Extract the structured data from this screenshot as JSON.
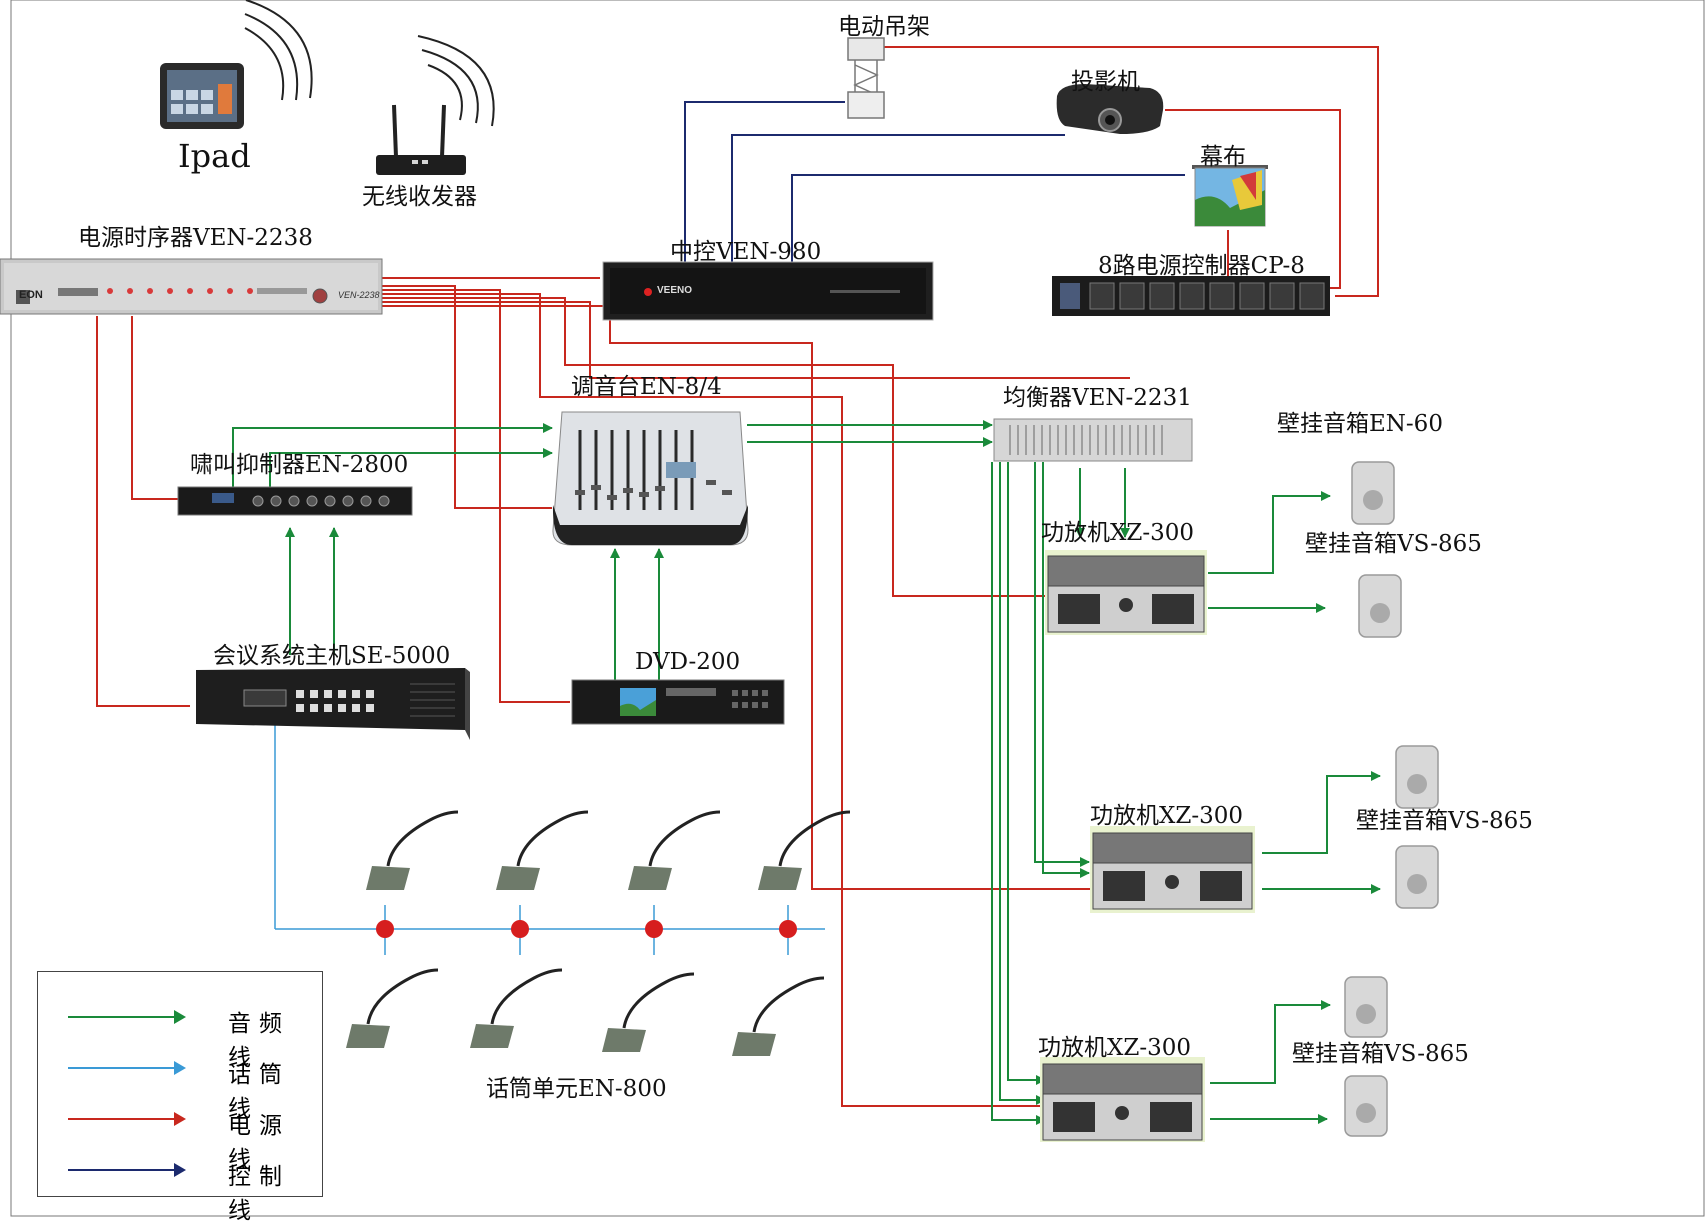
{
  "colors": {
    "audio": "#1a8a3a",
    "mic": "#3a9ad6",
    "power": "#c8281e",
    "control": "#1c2a6e"
  },
  "devices": {
    "ipad": "Ipad",
    "wireless": "无线收发器",
    "sequencer": "电源时序器VEN-2238",
    "lift": "电动吊架",
    "projector": "投影机",
    "screen": "幕布",
    "central": "中控VEN-980",
    "power_ctrl": "8路电源控制器CP-8",
    "mixer": "调音台EN-8/4",
    "equalizer": "均衡器VEN-2231",
    "feedback": "啸叫抑制器EN-2800",
    "speaker_en60": "壁挂音箱EN-60",
    "amp1": "功放机XZ-300",
    "speaker1": "壁挂音箱VS-865",
    "conference": "会议系统主机SE-5000",
    "dvd": "DVD-200",
    "amp2": "功放机XZ-300",
    "speaker2": "壁挂音箱VS-865",
    "amp3": "功放机XZ-300",
    "speaker3": "壁挂音箱VS-865",
    "mic_unit": "话筒单元EN-800"
  },
  "device_text": {
    "sequencer_brand": "EON",
    "sequencer_model": "VEN-2238",
    "central_brand": "VEENO"
  },
  "legend": [
    {
      "label": "音频线",
      "color": "#1a8a3a"
    },
    {
      "label": "话筒线",
      "color": "#3a9ad6"
    },
    {
      "label": "电源线",
      "color": "#c8281e"
    },
    {
      "label": "控制线",
      "color": "#1c2a6e"
    }
  ]
}
